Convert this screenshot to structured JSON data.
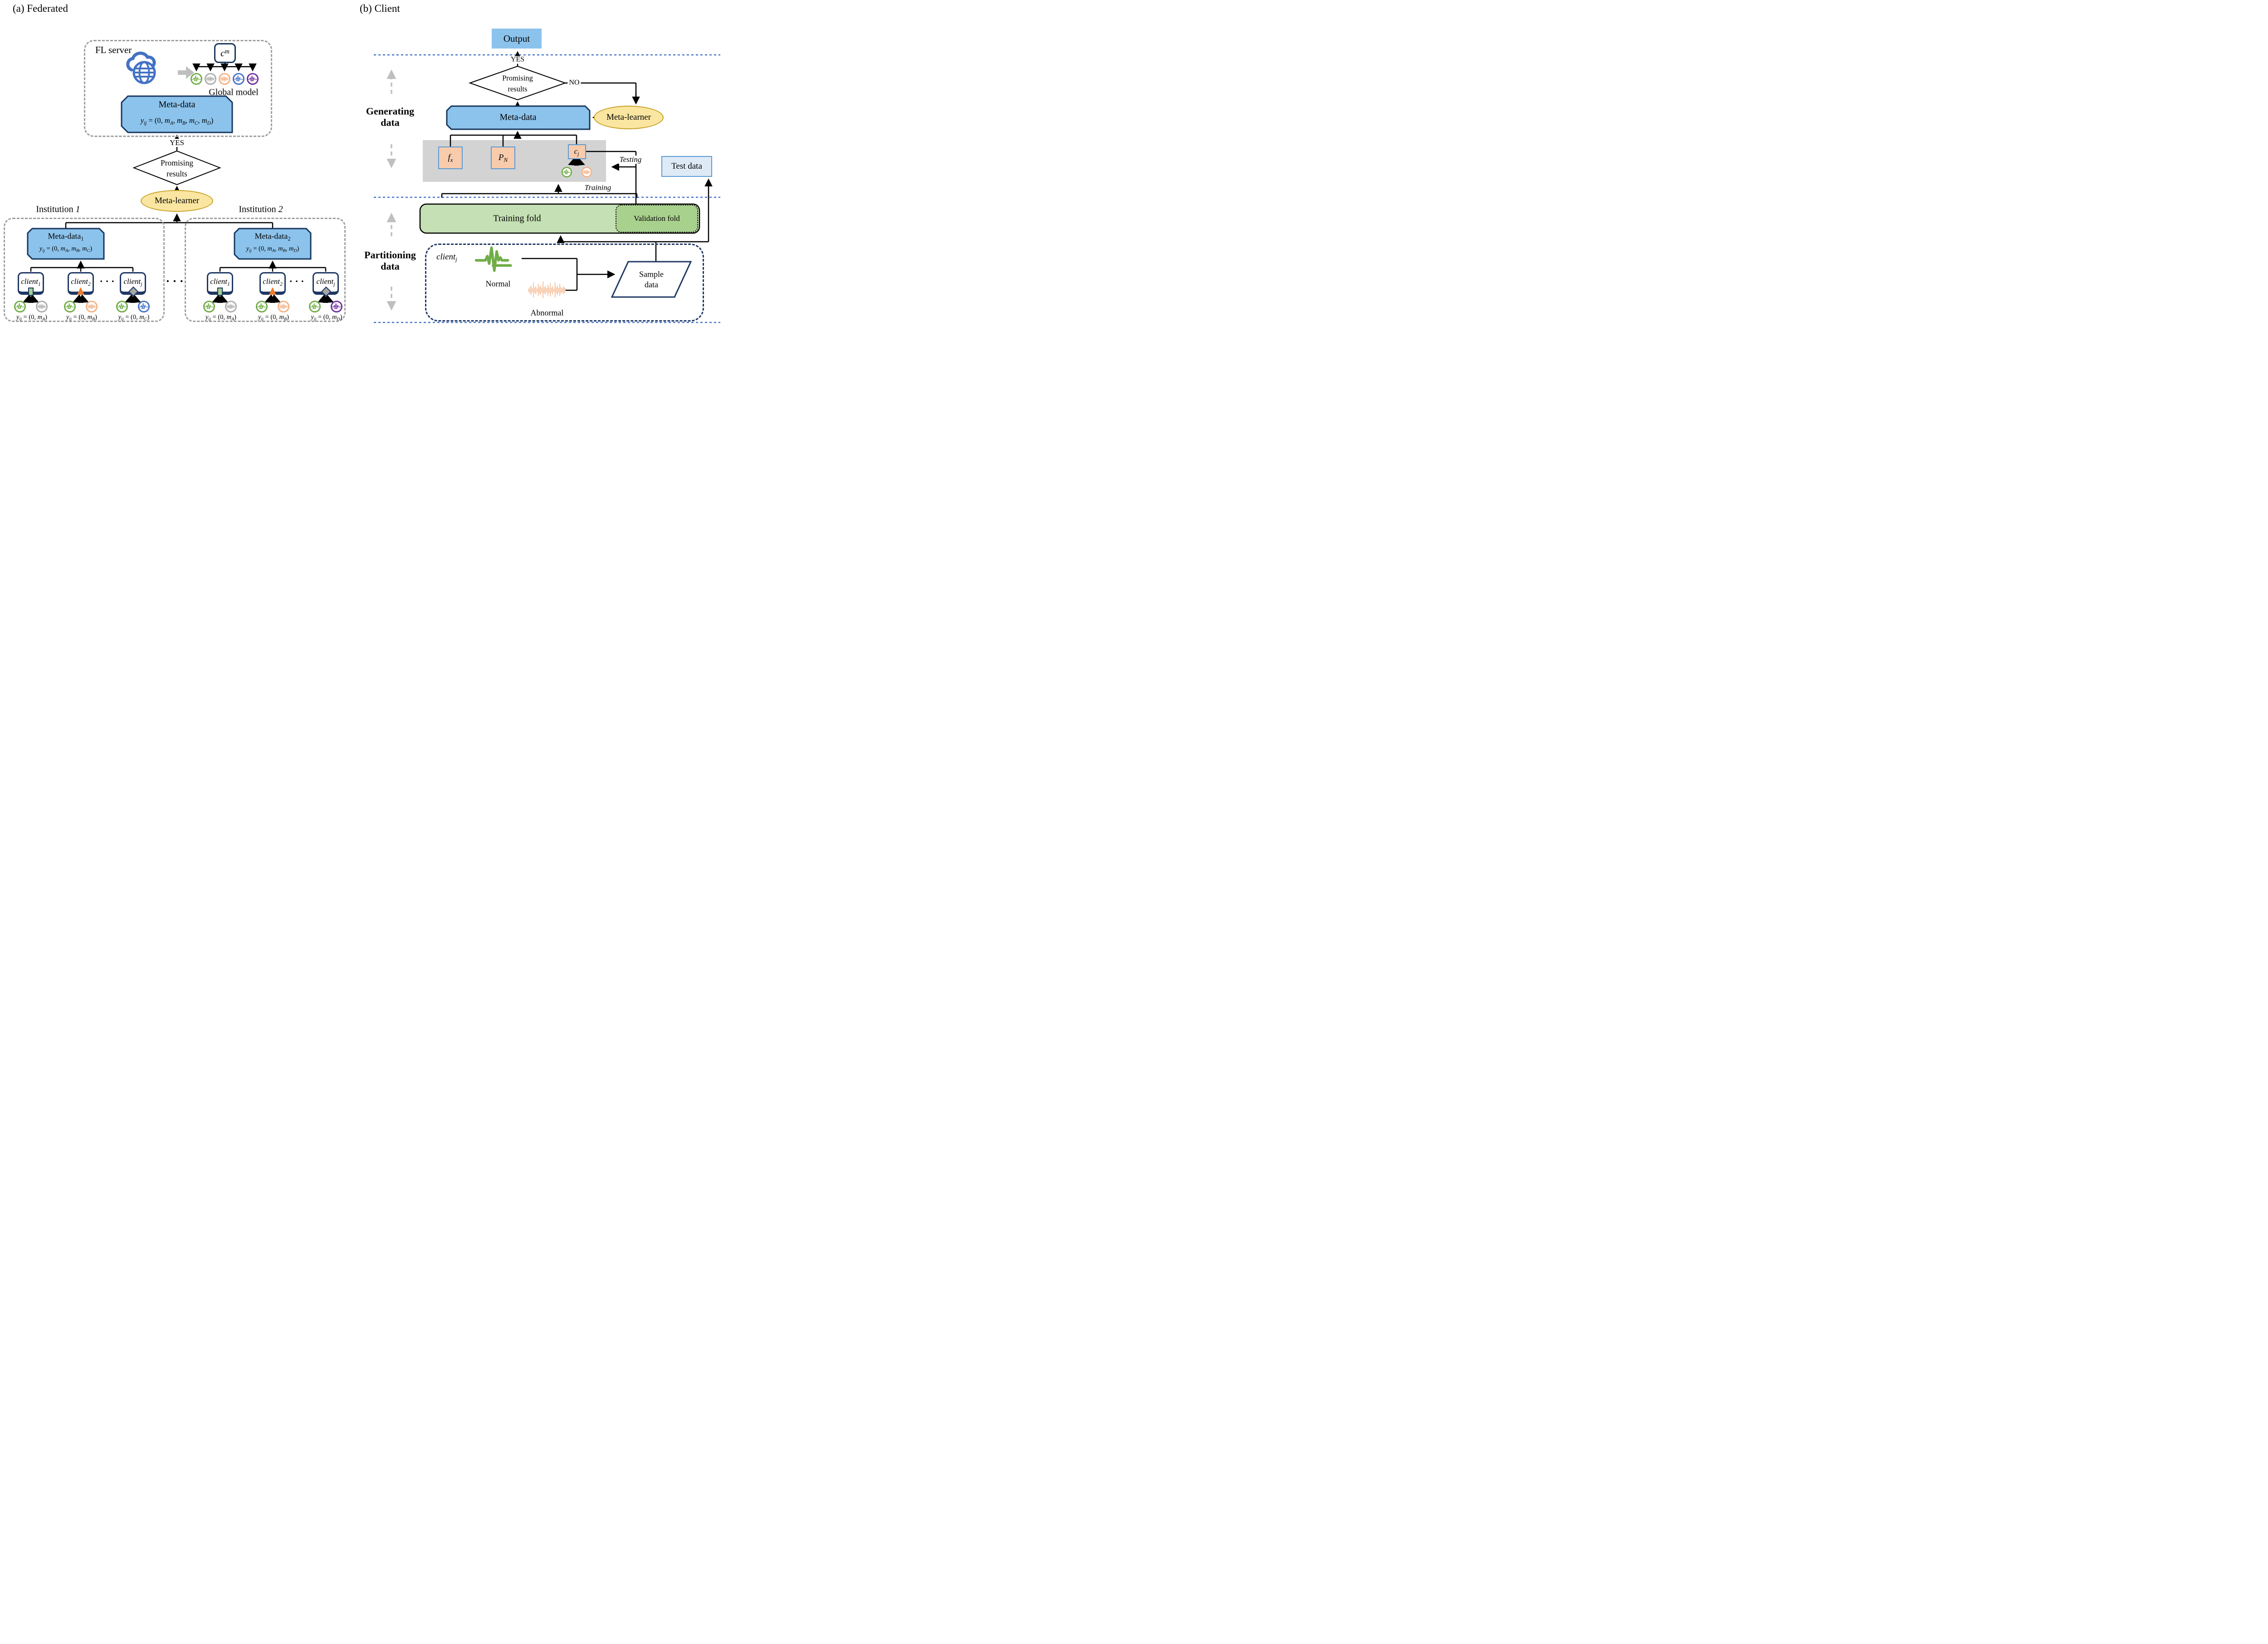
{
  "panel_a": {
    "title": "(a) Federated",
    "fl_server": "FL server",
    "cm": [
      {
        "i": "c"
      },
      {
        "sup": "m"
      }
    ],
    "global_model": "Global model",
    "meta_data": {
      "title": "Meta-data",
      "eq": [
        {
          "i": "y"
        },
        {
          "sub": "ij"
        },
        {
          "r": " = (0, "
        },
        {
          "i": "m"
        },
        {
          "sub": "A"
        },
        {
          "r": ", "
        },
        {
          "i": "m"
        },
        {
          "sub": "B"
        },
        {
          "r": ", "
        },
        {
          "i": "m"
        },
        {
          "sub": "C"
        },
        {
          "r": ", "
        },
        {
          "i": "m"
        },
        {
          "sub": "D"
        },
        {
          "r": ")"
        }
      ]
    },
    "yes": "YES",
    "diamond": [
      "Promising",
      "results"
    ],
    "meta_learner": "Meta-learner",
    "dots": "· · ·",
    "institutions": [
      {
        "label": [
          {
            "r": "Institution "
          },
          {
            "i": "1"
          }
        ],
        "meta_title": [
          {
            "r": "Meta-data"
          },
          {
            "subr": "1"
          }
        ],
        "meta_eq": [
          {
            "i": "y"
          },
          {
            "sub": "ij"
          },
          {
            "r": " = (0, "
          },
          {
            "i": "m"
          },
          {
            "sub": "A"
          },
          {
            "r": ", "
          },
          {
            "i": "m"
          },
          {
            "sub": "B"
          },
          {
            "r": ", "
          },
          {
            "i": "m"
          },
          {
            "sub": "C"
          },
          {
            "r": ")"
          }
        ],
        "clients": [
          {
            "label": [
              {
                "i": "client"
              },
              {
                "sub": "1"
              }
            ],
            "eq": [
              {
                "i": "y"
              },
              {
                "sub": "ij"
              },
              {
                "r": " = (0, "
              },
              {
                "i": "m"
              },
              {
                "sub": "A"
              },
              {
                "r": ")"
              }
            ]
          },
          {
            "label": [
              {
                "i": "client"
              },
              {
                "sub": "2"
              }
            ],
            "eq": [
              {
                "i": "y"
              },
              {
                "sub": "ij"
              },
              {
                "r": " = (0, "
              },
              {
                "i": "m"
              },
              {
                "sub": "B"
              },
              {
                "r": ")"
              }
            ]
          },
          {
            "label": [
              {
                "i": "client"
              },
              {
                "sub": "j"
              }
            ],
            "eq": [
              {
                "i": "y"
              },
              {
                "sub": "ij"
              },
              {
                "r": " = (0, "
              },
              {
                "i": "m"
              },
              {
                "sub": "C"
              },
              {
                "r": ")"
              }
            ]
          }
        ]
      },
      {
        "label": [
          {
            "r": "Institution "
          },
          {
            "i": "2"
          }
        ],
        "meta_title": [
          {
            "r": "Meta-data"
          },
          {
            "subr": "2"
          }
        ],
        "meta_eq": [
          {
            "i": "y"
          },
          {
            "sub": "ij"
          },
          {
            "r": " = (0, "
          },
          {
            "i": "m"
          },
          {
            "sub": "A"
          },
          {
            "r": ", "
          },
          {
            "i": "m"
          },
          {
            "sub": "B"
          },
          {
            "r": ", "
          },
          {
            "i": "m"
          },
          {
            "sub": "D"
          },
          {
            "r": ")"
          }
        ],
        "clients": [
          {
            "label": [
              {
                "i": "client"
              },
              {
                "sub": "1"
              }
            ],
            "eq": [
              {
                "i": "y"
              },
              {
                "sub": "ij"
              },
              {
                "r": " = (0, "
              },
              {
                "i": "m"
              },
              {
                "sub": "A"
              },
              {
                "r": ")"
              }
            ]
          },
          {
            "label": [
              {
                "i": "client"
              },
              {
                "sub": "2"
              }
            ],
            "eq": [
              {
                "i": "y"
              },
              {
                "sub": "ij"
              },
              {
                "r": " = (0, "
              },
              {
                "i": "m"
              },
              {
                "sub": "B"
              },
              {
                "r": ")"
              }
            ]
          },
          {
            "label": [
              {
                "i": "client"
              },
              {
                "sub": "j"
              }
            ],
            "eq": [
              {
                "i": "y"
              },
              {
                "sub": "ij"
              },
              {
                "r": " = (0, "
              },
              {
                "i": "m"
              },
              {
                "sub": "D"
              },
              {
                "r": ")"
              }
            ]
          }
        ]
      }
    ]
  },
  "panel_b": {
    "title": "(b) Client",
    "output": "Output",
    "yes": "YES",
    "no": "NO",
    "diamond": [
      "Promising",
      "results"
    ],
    "meta_data": "Meta-data",
    "meta_learner": "Meta-learner",
    "fx": [
      {
        "i": "f"
      },
      {
        "sub": "x"
      }
    ],
    "pn": [
      {
        "i": "P"
      },
      {
        "sub": "N"
      }
    ],
    "cj": [
      {
        "i": "c"
      },
      {
        "sub": "j"
      }
    ],
    "testing": "Testing",
    "training": "Training",
    "test_data": "Test data",
    "training_fold": "Training fold",
    "validation_fold": "Validation fold",
    "client_j": [
      {
        "i": "client"
      },
      {
        "sub": "j"
      }
    ],
    "normal": "Normal",
    "abnormal": "Abnormal",
    "sample_data": [
      "Sample",
      "data"
    ],
    "rails": {
      "generating": [
        "Generating",
        "data"
      ],
      "partitioning": [
        "Partitioning",
        "data"
      ]
    }
  },
  "colors": {
    "meta_blue": "#8CC3EC",
    "meta_border": "#17375E",
    "navy": "#1F3864",
    "test_fill": "#DEEAF6",
    "test_border": "#5B9BD5",
    "yellow_fill": "#FAE6A1",
    "yellow_border": "#C8A126",
    "peach": "#F8CBAD",
    "peach_border": "#5B9BD5",
    "gray_panel": "#D3D3D3",
    "train_fill": "#C5E0B4",
    "valid_fill": "#A9D18E",
    "green": "#70AD47",
    "gray_sig": "#ACACAC",
    "orange_sig": "#F4B183",
    "blue_sig": "#4472C4",
    "purple_sig": "#7030A0",
    "dash_gray": "#9E9E9E",
    "rail_gray": "#BFBFBF",
    "sep_blue": "#4472C4",
    "cloud_blue": "#4472C4",
    "marker_rect": "#A9D18E",
    "marker_tri": "#ED7D31",
    "marker_dia": "#A6A6A6"
  }
}
